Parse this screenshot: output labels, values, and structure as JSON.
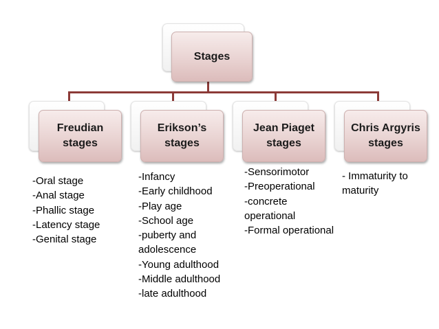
{
  "root": {
    "label": "Stages"
  },
  "stages": [
    {
      "title_line1": "Freudian",
      "title_line2": "stages",
      "items": [
        "-Oral stage",
        "-Anal stage",
        "-Phallic stage",
        "-Latency stage",
        "-Genital stage"
      ]
    },
    {
      "title_line1": "Erikson’s",
      "title_line2": "stages",
      "items": [
        "-Infancy",
        "-Early childhood",
        "-Play age",
        "-School age",
        "-puberty and",
        "adolescence",
        "-Young adulthood",
        "-Middle adulthood",
        "-late adulthood"
      ]
    },
    {
      "title_line1": "Jean Piaget",
      "title_line2": "stages",
      "items": [
        "-Sensorimotor",
        "-Preoperational",
        "-concrete",
        "operational",
        "-Formal operational"
      ]
    },
    {
      "title_line1": "Chris Argyris",
      "title_line2": "stages",
      "items": [
        "- Immaturity to",
        "maturity"
      ]
    }
  ]
}
